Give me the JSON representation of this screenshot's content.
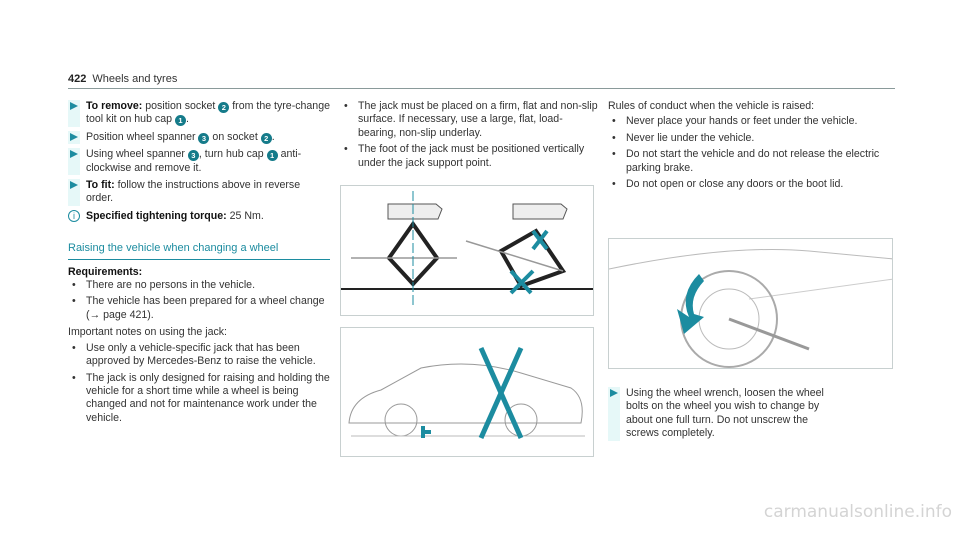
{
  "header": {
    "page": "422",
    "title": "Wheels and tyres"
  },
  "left": {
    "steps": [
      {
        "bold": "To remove:",
        "text1": " position socket ",
        "n1": "2",
        "text2": " from the tyre-change tool kit on hub cap ",
        "n2": "1",
        "text3": "."
      },
      {
        "text1": "Position wheel spanner ",
        "n1": "3",
        "text2": " on socket ",
        "n2": "2",
        "text3": "."
      },
      {
        "text1": "Using wheel spanner ",
        "n1": "3",
        "text2": ", turn hub cap ",
        "n2": "1",
        "text3": " anti-clockwise and remove it."
      },
      {
        "bold": "To fit:",
        "text1": " follow the instructions above in reverse order."
      }
    ],
    "info": {
      "bold": "Specified tightening torque:",
      "text": " 25 Nm."
    },
    "section_title": "Raising the vehicle when changing a wheel",
    "req_label": "Requirements:",
    "requirements": [
      "There are no persons in the vehicle.",
      "The vehicle has been prepared for a wheel change (→ page 421)."
    ],
    "notes_label": "Important notes on using the jack:",
    "notes": [
      "Use only a vehicle-specific jack that has been approved by Mercedes-Benz to raise the vehicle.",
      "The jack is only designed for raising and holding the vehicle for a short time while a wheel is being changed and not for maintenance work under the vehicle."
    ]
  },
  "middle": {
    "notes": [
      "The jack must be placed on a firm, flat and non-slip surface. If necessary, use a large, flat, load-bearing, non-slip underlay.",
      "The foot of the jack must be positioned vertically under the jack support point."
    ]
  },
  "right": {
    "rules_label": "Rules of conduct when the vehicle is raised:",
    "rules": [
      "Never place your hands or feet under the vehicle.",
      "Never lie under the vehicle.",
      "Do not start the vehicle and do not release the electric parking brake.",
      "Do not open or close any doors or the boot lid."
    ],
    "step": "Using the wheel wrench, loosen the wheel bolts on the wheel you wish to change by about one full turn. Do not unscrew the screws completely."
  },
  "watermark": "carmanualsonline.info",
  "colors": {
    "accent": "#1c8ca0",
    "badge": "#157b8a"
  }
}
